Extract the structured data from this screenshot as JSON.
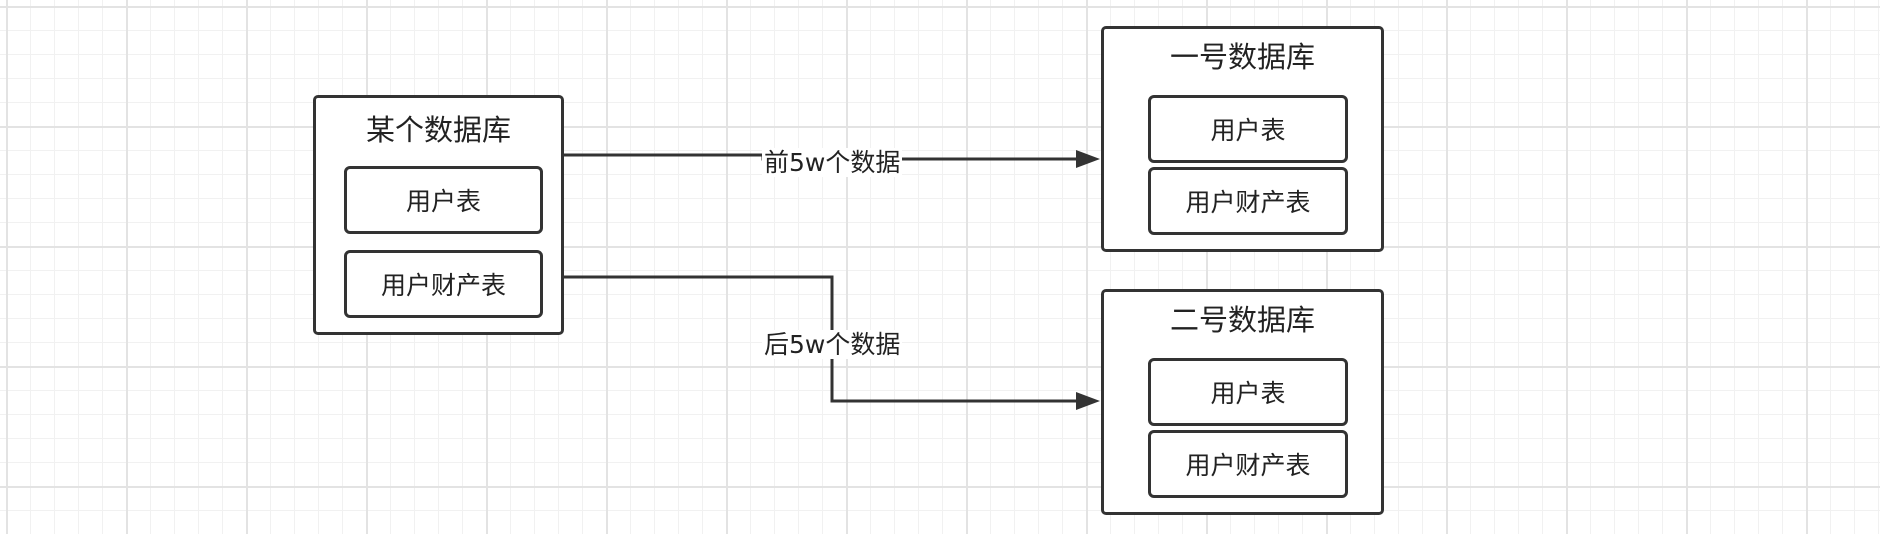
{
  "source_db": {
    "title": "某个数据库",
    "tables": [
      "用户表",
      "用户财产表"
    ]
  },
  "target_db_1": {
    "title": "一号数据库",
    "tables": [
      "用户表",
      "用户财产表"
    ]
  },
  "target_db_2": {
    "title": "二号数据库",
    "tables": [
      "用户表",
      "用户财产表"
    ]
  },
  "edges": {
    "first_half_label": "前5w个数据",
    "second_half_label": "后5w个数据"
  },
  "colors": {
    "stroke": "#333333",
    "text": "#222222",
    "grid_major": "#e3e3e3",
    "grid_minor": "#f1f1f1"
  }
}
